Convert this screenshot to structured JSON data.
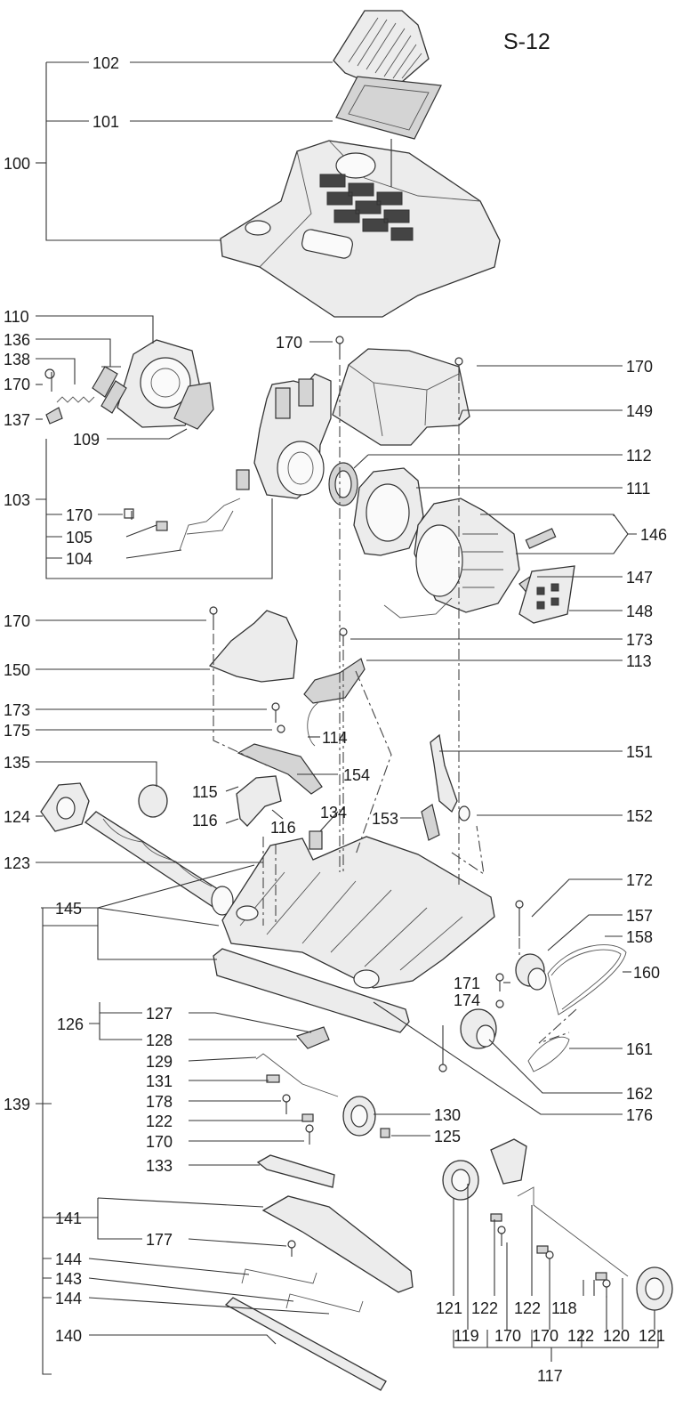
{
  "diagram": {
    "sheet_id": "S-12",
    "callouts": [
      "100",
      "101",
      "102",
      "103",
      "104",
      "105",
      "109",
      "110",
      "111",
      "112",
      "113",
      "114",
      "115",
      "116",
      "116",
      "117",
      "118",
      "119",
      "120",
      "121",
      "121",
      "122",
      "122",
      "122",
      "122",
      "123",
      "124",
      "125",
      "126",
      "127",
      "128",
      "129",
      "130",
      "131",
      "133",
      "134",
      "135",
      "136",
      "137",
      "138",
      "139",
      "140",
      "141",
      "143",
      "144",
      "144",
      "145",
      "146",
      "147",
      "148",
      "149",
      "150",
      "151",
      "152",
      "153",
      "154",
      "157",
      "158",
      "160",
      "161",
      "162",
      "170",
      "170",
      "170",
      "170",
      "170",
      "170",
      "170",
      "170",
      "171",
      "172",
      "173",
      "173",
      "174",
      "175",
      "176",
      "177",
      "178"
    ]
  }
}
